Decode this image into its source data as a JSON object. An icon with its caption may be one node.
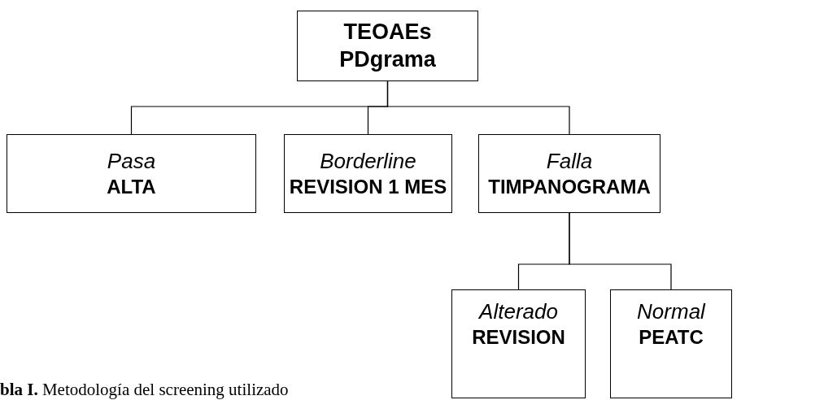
{
  "diagram": {
    "caption": "**bla I.** Metodología del screening utilizado",
    "nodes": [
      {
        "text": [
          "TEOAEs PDgrama"
        ]
      },
      {
        "text": [
          "Pasa",
          "ALTA"
        ]
      },
      {
        "text": [
          "Borderline",
          "REVISION 1 MES"
        ]
      },
      {
        "text": [
          "Falla",
          "TIMPANOGRAMA"
        ]
      },
      {
        "text": [
          "Alterado",
          "REVISION"
        ]
      },
      {
        "text": [
          "Normal",
          "PEATC"
        ]
      }
    ],
    "edges": [
      {
        "from": 0,
        "to": 1,
        "arrow": "none"
      },
      {
        "from": 0,
        "to": 2,
        "arrow": "none"
      },
      {
        "from": 0,
        "to": 3,
        "arrow": "none"
      },
      {
        "from": 3,
        "to": 4,
        "arrow": "none"
      },
      {
        "from": 3,
        "to": 5,
        "arrow": "none"
      }
    ]
  }
}
